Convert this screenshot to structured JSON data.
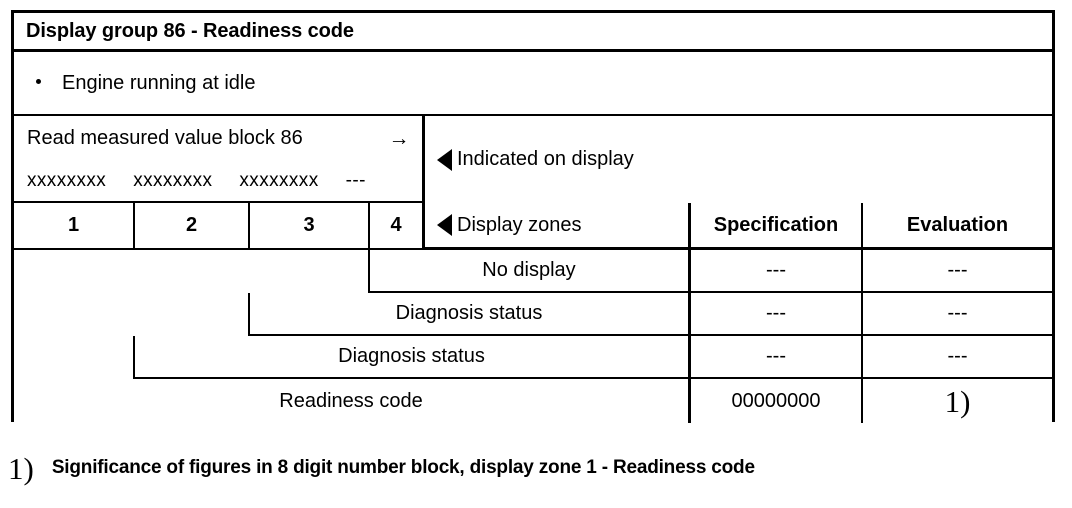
{
  "document": {
    "title": "Display group 86 - Readiness code",
    "condition": {
      "bullet_icon": "bullet-dot",
      "text": "Engine running at idle"
    },
    "read_block": {
      "label": "Read measured value block 86",
      "arrow_icon": "right-arrow",
      "arrow_glyph": "→",
      "value_groups": [
        "xxxxxxxx",
        "xxxxxxxx",
        "xxxxxxxx"
      ],
      "fourth_value": "---"
    },
    "annotations": {
      "indicated_on_display": "Indicated on display",
      "display_zones": "Display zones",
      "triangle_icon": "triangle-left-icon"
    },
    "zone_numbers": [
      "1",
      "2",
      "3",
      "4"
    ],
    "columns": {
      "specification": "Specification",
      "evaluation": "Evaluation"
    },
    "rows": [
      {
        "label": "No display",
        "specification": "---",
        "evaluation": "---",
        "zone_start": 4
      },
      {
        "label": "Diagnosis status",
        "specification": "---",
        "evaluation": "---",
        "zone_start": 3
      },
      {
        "label": "Diagnosis status",
        "specification": "---",
        "evaluation": "---",
        "zone_start": 2
      },
      {
        "label": "Readiness code",
        "specification": "00000000",
        "evaluation": "1)",
        "zone_start": 1
      }
    ],
    "footnote": {
      "marker": "1)",
      "text": "Significance of figures in 8 digit number block, display zone 1 - Readiness code"
    }
  },
  "colors": {
    "ink": "#000000",
    "paper": "#ffffff"
  }
}
